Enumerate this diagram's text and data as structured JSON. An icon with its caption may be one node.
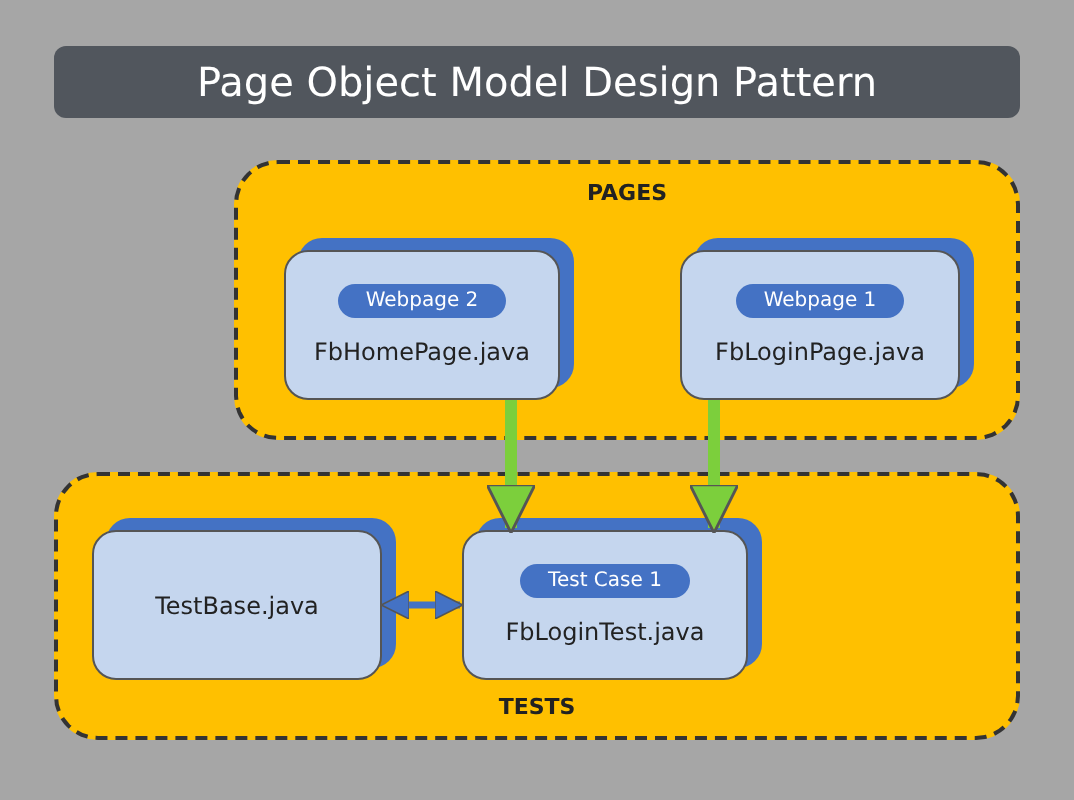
{
  "diagram": {
    "title": "Page Object Model Design Pattern",
    "nodes": [
      {
        "text": [
          "PAGES"
        ]
      },
      {
        "text": [
          "Webpage 2",
          "FbHomePage.java"
        ],
        "in": 0
      },
      {
        "text": [
          "Webpage 1",
          "FbLoginPage.java"
        ],
        "in": 0
      },
      {
        "text": [
          "TESTS"
        ]
      },
      {
        "text": [
          "TestBase.java"
        ],
        "in": 3
      },
      {
        "text": [
          "Test Case 1",
          "FbLoginTest.java"
        ],
        "in": 3
      }
    ],
    "edges": [
      {
        "from": 1,
        "to": 5,
        "arrow": "to"
      },
      {
        "from": 2,
        "to": 5,
        "arrow": "to"
      },
      {
        "from": 4,
        "to": 5,
        "arrow": "both",
        "color": "#4472c4"
      }
    ]
  }
}
